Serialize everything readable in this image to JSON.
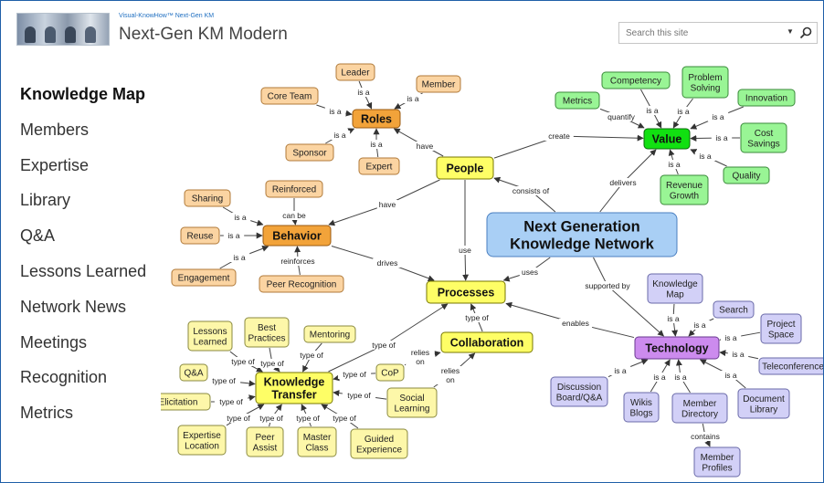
{
  "brand": "Visual-KnowHow™ Next-Gen KM",
  "site_title": "Next-Gen KM Modern",
  "search": {
    "placeholder": "Search this site"
  },
  "nav": [
    "Knowledge Map",
    "Members",
    "Expertise",
    "Library",
    "Q&A",
    "Lessons Learned",
    "Network News",
    "Meetings",
    "Recognition",
    "Metrics"
  ],
  "colors": {
    "accent": "#1f5fa8",
    "orange": "#f2a33a",
    "peach": "#fbd4a2",
    "yellow": "#fefe66",
    "light_yellow": "#fdf7a9",
    "green": "#99f595",
    "value_green": "#11e011",
    "blue": "#a9cff5",
    "purple": "#cc8bee",
    "lavender": "#d2d0f7"
  },
  "concept_map": {
    "nodes": {
      "core": "Next Generation\nKnowledge Network",
      "people": "People",
      "roles": "Roles",
      "value": "Value",
      "behavior": "Behavior",
      "processes": "Processes",
      "technology": "Technology",
      "collaboration": "Collaboration",
      "kt": "Knowledge\nTransfer",
      "leader": "Leader",
      "member": "Member",
      "coreteam": "Core Team",
      "sponsor": "Sponsor",
      "expert": "Expert",
      "metrics": "Metrics",
      "competency": "Competency",
      "problem": "Problem\nSolving",
      "innovation": "Innovation",
      "cost": "Cost\nSavings",
      "quality": "Quality",
      "revenue": "Revenue\nGrowth",
      "sharing": "Sharing",
      "reinforced": "Reinforced",
      "reuse": "Reuse",
      "engagement": "Engagement",
      "peerrec": "Peer Recognition",
      "lessons": "Lessons\nLearned",
      "best": "Best\nPractices",
      "mentoring": "Mentoring",
      "qa": "Q&A",
      "elicitation": "Elicitation",
      "cop": "CoP",
      "social": "Social\nLearning",
      "expertiseloc": "Expertise\nLocation",
      "peerassist": "Peer\nAssist",
      "master": "Master\nClass",
      "guided": "Guided\nExperience",
      "kmap": "Knowledge\nMap",
      "search": "Search",
      "project": "Project\nSpace",
      "telecon": "Teleconference",
      "discussion": "Discussion\nBoard/Q&A",
      "wikis": "Wikis\nBlogs",
      "memberdir": "Member\nDirectory",
      "doclib": "Document\nLibrary",
      "memberprof": "Member\nProfiles"
    },
    "link_labels": {
      "isa": "is a",
      "have": "have",
      "create": "create",
      "consists_of": "consists of",
      "delivers": "delivers",
      "quantify": "quantify",
      "can_be": "can be",
      "reinforces": "reinforces",
      "drives": "drives",
      "use": "use",
      "uses": "uses",
      "supported_by": "supported by",
      "enables": "enables",
      "type_of": "type of",
      "relies_on": "relies\non",
      "contains": "contains"
    }
  }
}
